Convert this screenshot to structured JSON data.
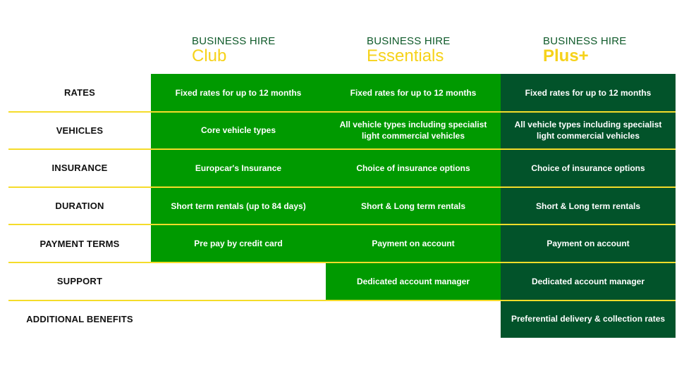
{
  "colors": {
    "club_bg": "#009a00",
    "essentials_bg": "#009a00",
    "plus_bg": "#02532a",
    "divider": "#f5dc2a",
    "heading_kicker": "#0f5a2a",
    "heading_name": "#f6d21a"
  },
  "plans": [
    {
      "kicker": "BUSINESS HIRE",
      "name": "Club"
    },
    {
      "kicker": "BUSINESS HIRE",
      "name": "Essentials"
    },
    {
      "kicker": "BUSINESS HIRE",
      "name": "Plus+"
    }
  ],
  "rows": [
    {
      "label": "RATES",
      "club": "Fixed rates for up to 12 months",
      "essentials": "Fixed rates for up to 12 months",
      "plus": "Fixed rates for up to 12 months"
    },
    {
      "label": "VEHICLES",
      "club": "Core vehicle types",
      "essentials": "All vehicle types including specialist light commercial vehicles",
      "plus": "All vehicle types including specialist light commercial vehicles"
    },
    {
      "label": "INSURANCE",
      "club": "Europcar's Insurance",
      "essentials": "Choice of insurance options",
      "plus": "Choice of insurance options"
    },
    {
      "label": "DURATION",
      "club": "Short term rentals (up to 84 days)",
      "essentials": "Short & Long term rentals",
      "plus": "Short & Long term rentals"
    },
    {
      "label": "PAYMENT TERMS",
      "club": "Pre pay by credit card",
      "essentials": "Payment on account",
      "plus": "Payment on account"
    },
    {
      "label": "SUPPORT",
      "club": "",
      "essentials": "Dedicated account manager",
      "plus": "Dedicated account manager"
    },
    {
      "label": "ADDITIONAL BENEFITS",
      "club": "",
      "essentials": "",
      "plus": "Preferential delivery & collection rates"
    }
  ]
}
